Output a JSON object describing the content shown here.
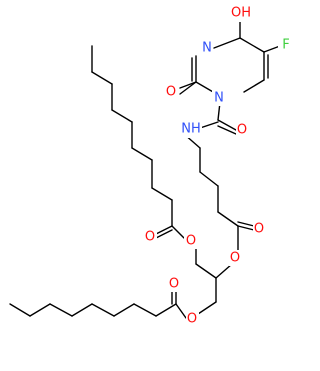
{
  "molecule": {
    "atoms": {
      "fluorine": {
        "text": "F",
        "color": "#3fcf3f"
      },
      "o_hydroxy": {
        "text": "OH",
        "color": "#ff0d0d"
      },
      "n_ring_top": {
        "text": "N",
        "color": "#3050f8"
      },
      "o_ring_carbonyl": {
        "text": "O",
        "color": "#ff0d0d"
      },
      "n_ring_bottom": {
        "text": "N",
        "color": "#3050f8"
      },
      "nh_amide": {
        "text": "NH",
        "color": "#3050f8"
      },
      "o_amide": {
        "text": "O",
        "color": "#ff0d0d"
      },
      "o_ester_carbonyl_mid": {
        "text": "O",
        "color": "#ff0d0d"
      },
      "o_ester_link_mid": {
        "text": "O",
        "color": "#ff0d0d"
      },
      "o_ester_carbonyl_upper": {
        "text": "O",
        "color": "#ff0d0d"
      },
      "o_ester_link_upper": {
        "text": "O",
        "color": "#ff0d0d"
      },
      "o_ester_carbonyl_lower": {
        "text": "O",
        "color": "#ff0d0d"
      },
      "o_ester_link_lower": {
        "text": "O",
        "color": "#ff0d0d"
      }
    },
    "bond_color": "#000000"
  }
}
